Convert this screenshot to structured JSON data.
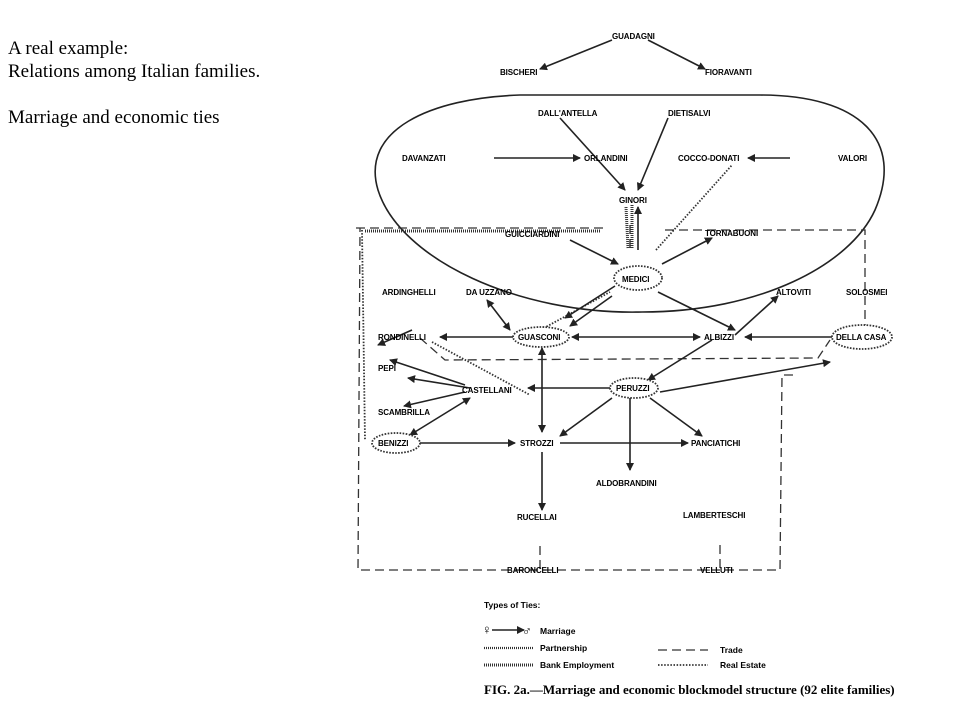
{
  "slide": {
    "line1": "A real example:",
    "line2": "Relations among Italian families.",
    "line3": "Marriage and economic ties"
  },
  "families": {
    "guadagni": "GUADAGNI",
    "bischeri": "BISCHERI",
    "fioravanti": "FIORAVANTI",
    "dallantella": "DALL'ANTELLA",
    "dietisalvi": "DIETISALVI",
    "davanzati": "DAVANZATI",
    "orlandini": "ORLANDINI",
    "cocco": "COCCO-DONATI",
    "valori": "VALORI",
    "ginori": "GINORI",
    "guicciardini": "GUICCIARDINI",
    "tornabuoni": "TORNABUONI",
    "medici": "MEDICI",
    "ardinghelli": "ARDINGHELLI",
    "dauzzano": "DA UZZANO",
    "altoviti": "ALTOVITI",
    "solosmei": "SOLOSMEI",
    "rondinelli": "RONDINELLI",
    "guasconi": "GUASCONI",
    "albizzi": "ALBIZZI",
    "dellacasa": "DELLA CASA",
    "pepi": "PEPI",
    "castellani": "CASTELLANI",
    "peruzzi": "PERUZZI",
    "scambrilla": "SCAMBRILLA",
    "benizzi": "BENIZZI",
    "strozzi": "STROZZI",
    "panciatichi": "PANCIATICHI",
    "aldobrandini": "ALDOBRANDINI",
    "rucellai": "RUCELLAI",
    "lamberteschi": "LAMBERTESCHI",
    "baroncelli": "BARONCELLI",
    "velluti": "VELLUTI"
  },
  "legend": {
    "title": "Types of Ties:",
    "marriage": "Marriage",
    "partnership": "Partnership",
    "trade": "Trade",
    "bank": "Bank Employment",
    "realestate": "Real Estate",
    "female_symbol": "♀",
    "male_symbol": "♂"
  },
  "caption": {
    "fig": "FIG. 2a.",
    "text": "—Marriage and economic blockmodel structure (92 elite families)"
  }
}
